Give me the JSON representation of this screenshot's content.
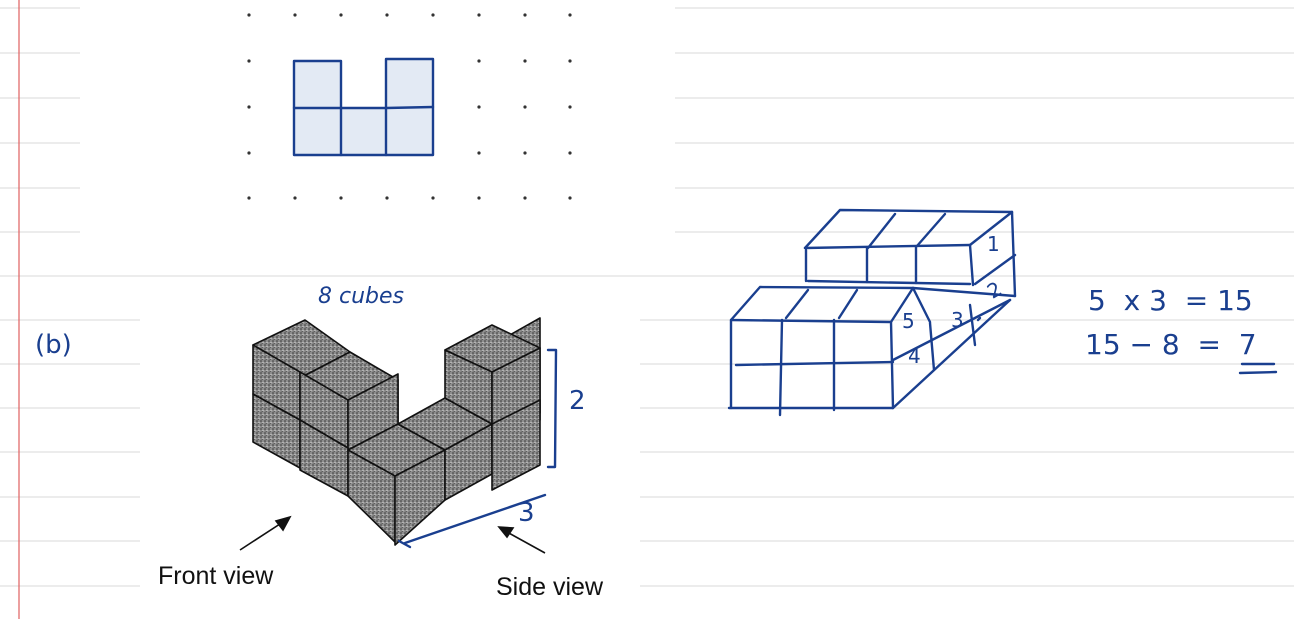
{
  "page": {
    "ruled_line_color": "#d9d9d9",
    "margin_line_color": "#e06060",
    "ink_color": "#1a3f8f"
  },
  "handwriting": {
    "part_label": "(b)",
    "cubes_note": "8 cubes",
    "height_dim": "2",
    "depth_dim": "3",
    "box_labels": [
      "1",
      "2",
      "3",
      "4",
      "5"
    ],
    "calc_line_1": "5  x 3  = 15",
    "calc_line_2": "15 − 8  =  7"
  },
  "figure": {
    "front_view_label": "Front view",
    "side_view_label": "Side view"
  }
}
